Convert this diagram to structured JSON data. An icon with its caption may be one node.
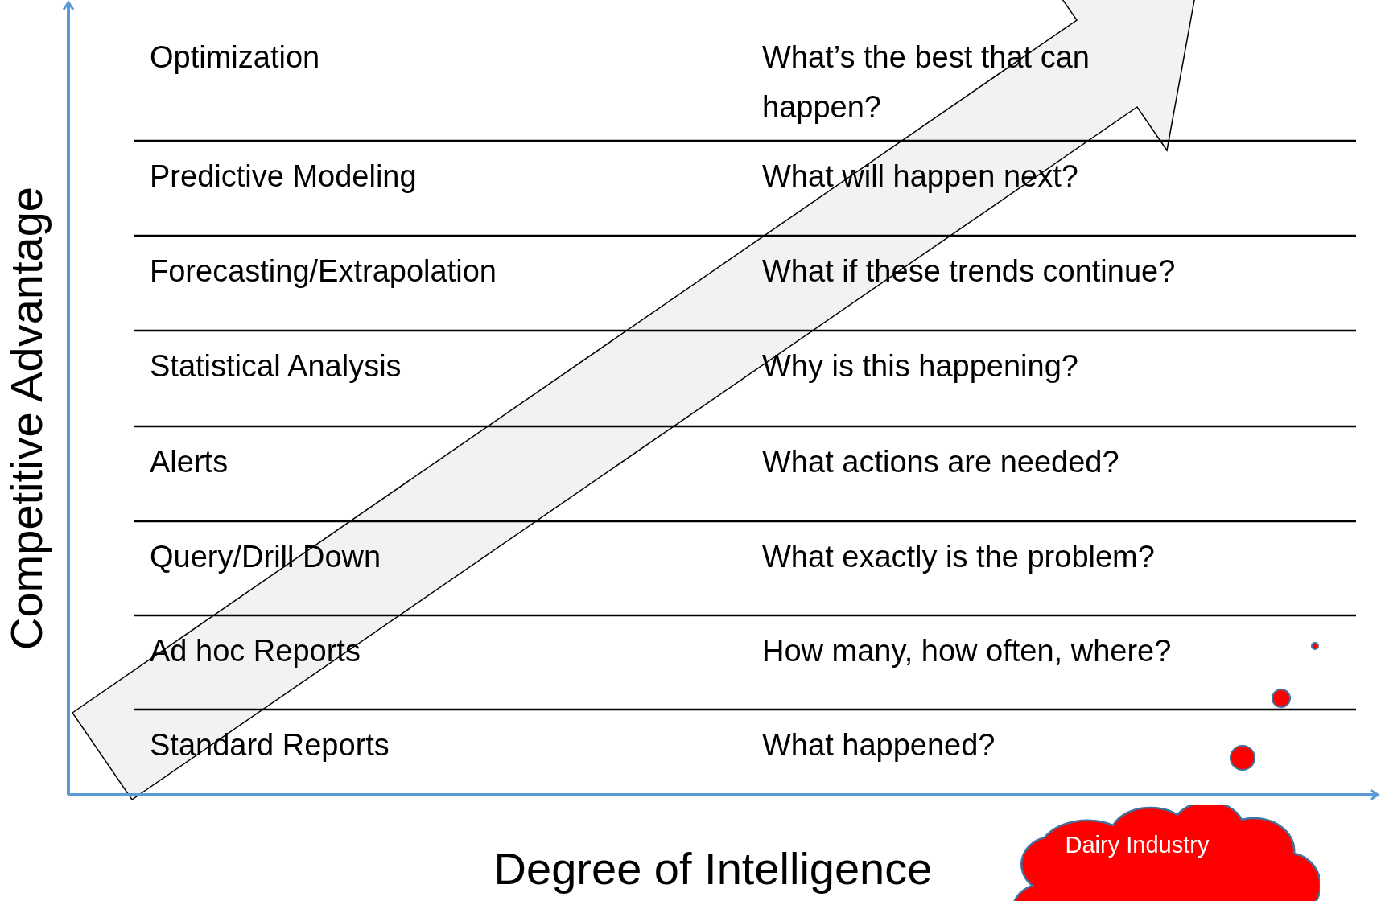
{
  "diagram": {
    "nodes": [
      {
        "text": [
          "Dairy Industry"
        ]
      }
    ],
    "labels": [
      "Optimization",
      "What’s the best that can happen?",
      "Predictive Modeling",
      "What will happen next?",
      "Forecasting/Extrapolation",
      "What if these trends continue?",
      "Statistical Analysis",
      "Why is this happening?",
      "Alerts",
      "What actions are needed?",
      "Query/Drill Down",
      "What exactly is the problem?",
      "Ad hoc Reports",
      "How many, how often, where?",
      "Standard Reports",
      "What happened?",
      "Competitive Advantage",
      "Degree of Intelligence"
    ]
  }
}
